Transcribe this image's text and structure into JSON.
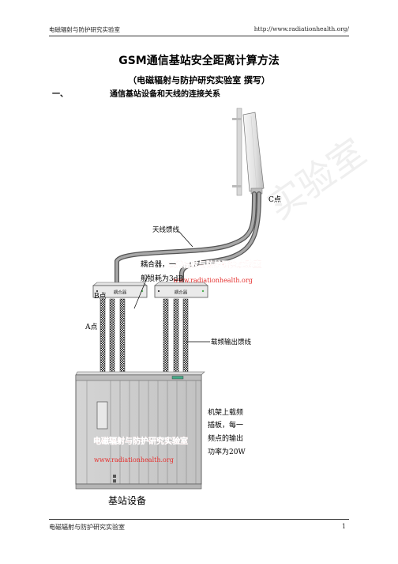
{
  "header": {
    "left": "电磁辐射与防护研究实验室",
    "right": "http://www.radiationhealth.org/"
  },
  "title": "GSM通信基站安全距离计算方法",
  "subtitle": "（电磁辐射与防护研究实验室 撰写）",
  "section": {
    "number": "一、",
    "title": "通信基站设备和天线的连接关系"
  },
  "diagram": {
    "label_c": "C点",
    "label_feeder": "天线馈线",
    "combiner_note_line1": "耦合器，一",
    "combiner_note_line2": "般损耗为3dB",
    "label_b": "B点",
    "label_a": "A点",
    "combiner_label_left": "耦合器",
    "combiner_label_right": "耦合器",
    "label_carrier_feeder": "载频输出馈线",
    "rack_note_line1": "机架上载频",
    "rack_note_line2": "插板，每一",
    "rack_note_line3": "频点的输出",
    "rack_note_line4": "功率为20W",
    "label_base_station": "基站设备",
    "watermark_lab": "电磁辐射与防护研究实验室",
    "watermark_url": "www.radiationhealth.org",
    "watermark_big": "实验室"
  },
  "footer": {
    "left": "电磁辐射与防护研究实验室",
    "page": "1"
  }
}
